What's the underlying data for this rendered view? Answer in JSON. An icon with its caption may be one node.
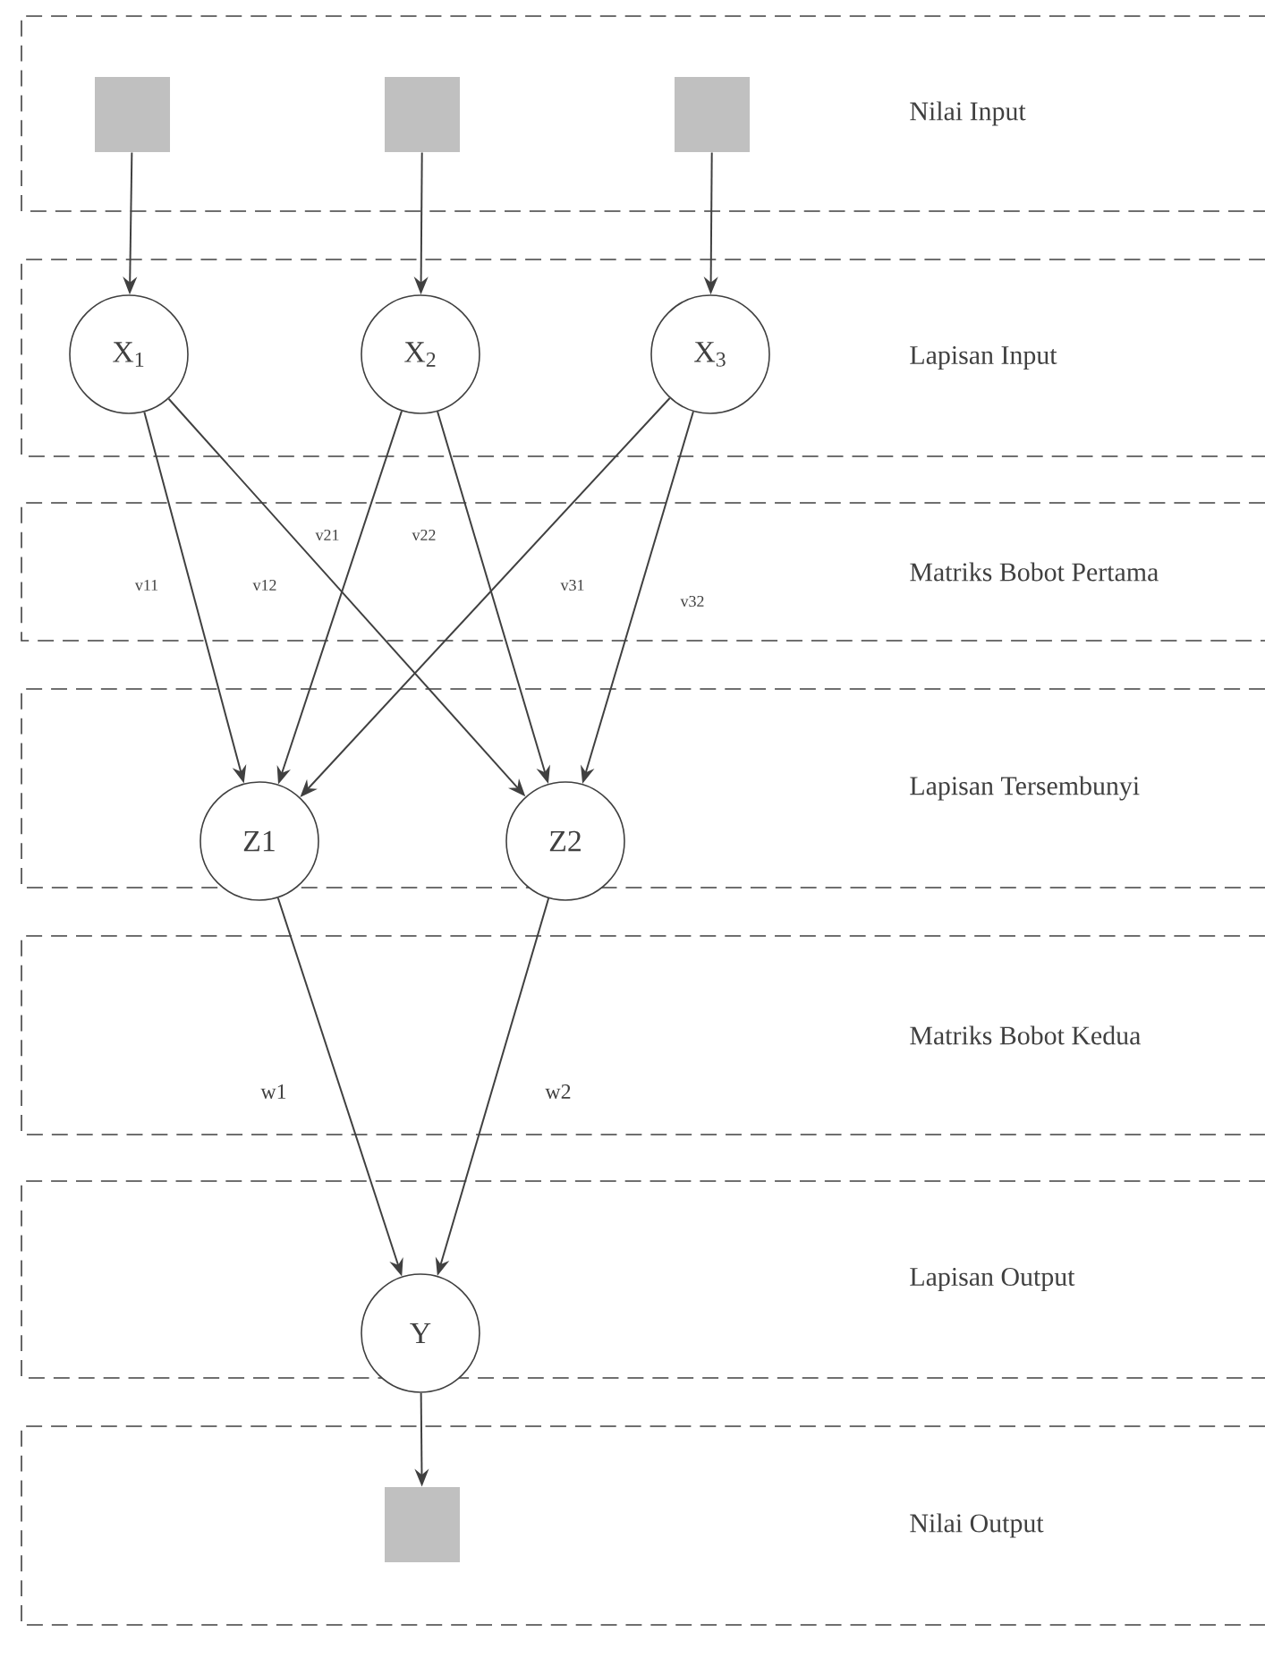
{
  "diagram": {
    "nodes": [
      {
        "text": [],
        "shape": "box"
      },
      {
        "text": [],
        "shape": "box"
      },
      {
        "text": [],
        "shape": "box"
      },
      {
        "text": [
          "X$_{1}$"
        ]
      },
      {
        "text": [
          "X$_{2}$"
        ]
      },
      {
        "text": [
          "X$_{3}$"
        ]
      },
      {
        "text": [
          "Z1"
        ]
      },
      {
        "text": [
          "Z2"
        ]
      },
      {
        "text": [
          "Y"
        ]
      },
      {
        "text": [],
        "shape": "box"
      }
    ],
    "edges": [
      {
        "from": 0,
        "to": 3,
        "arrow": "to"
      },
      {
        "from": 1,
        "to": 4,
        "arrow": "to"
      },
      {
        "from": 2,
        "to": 5,
        "arrow": "to"
      },
      {
        "from": 3,
        "to": 6,
        "arrow": "to",
        "label": "v11"
      },
      {
        "from": 3,
        "to": 7,
        "arrow": "to",
        "label": "v12"
      },
      {
        "from": 4,
        "to": 6,
        "arrow": "to",
        "label": "v21"
      },
      {
        "from": 4,
        "to": 7,
        "arrow": "to",
        "label": "v22"
      },
      {
        "from": 5,
        "to": 6,
        "arrow": "to",
        "label": "v31"
      },
      {
        "from": 5,
        "to": 7,
        "arrow": "to",
        "label": "v32"
      },
      {
        "from": 6,
        "to": 8,
        "arrow": "to",
        "label": "w1"
      },
      {
        "from": 7,
        "to": 8,
        "arrow": "to",
        "label": "w2"
      },
      {
        "from": 8,
        "to": 9,
        "arrow": "to"
      }
    ],
    "labels": [
      "Nilai Input",
      "Lapisan Input",
      "Matriks Bobot Pertama",
      "Lapisan Tersembunyi",
      "Matriks Bobot Kedua",
      "Lapisan Output",
      "Nilai Output"
    ]
  }
}
